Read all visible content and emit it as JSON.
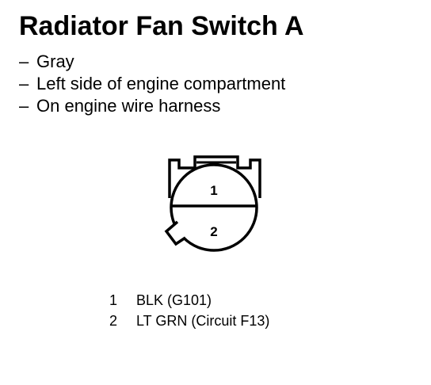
{
  "title": "Radiator Fan Switch A",
  "details": [
    "Gray",
    "Left side of engine compartment",
    "On engine wire harness"
  ],
  "connector": {
    "pins": [
      "1",
      "2"
    ]
  },
  "pinout": [
    {
      "pin": "1",
      "wire": "BLK (G101)"
    },
    {
      "pin": "2",
      "wire": "LT GRN (Circuit F13)"
    }
  ]
}
